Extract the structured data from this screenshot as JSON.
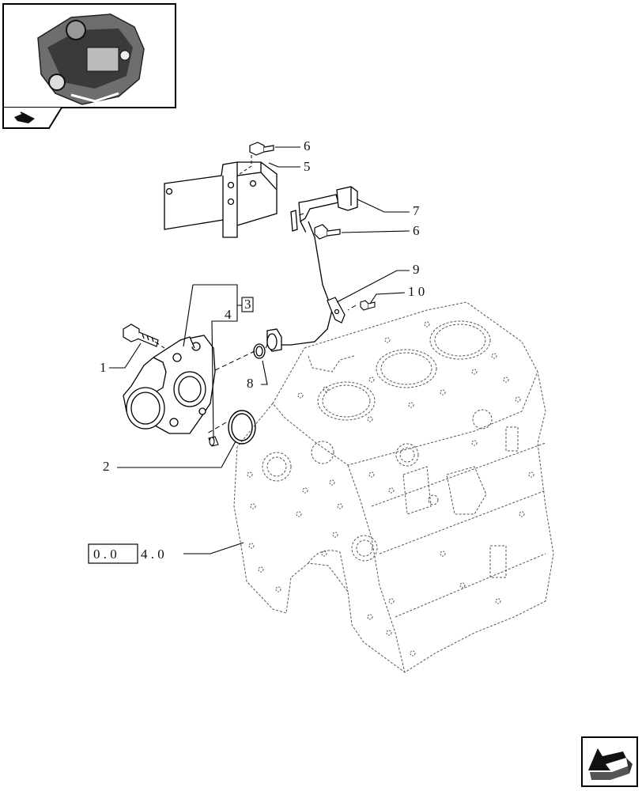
{
  "callouts": {
    "c1": "1",
    "c2": "2",
    "c3": "3",
    "c4": "4",
    "c5": "5",
    "c6a": "6",
    "c6b": "6",
    "c7": "7",
    "c8": "8",
    "c9": "9",
    "c10": "1 0"
  },
  "reference": {
    "boxed": "0 . 0",
    "rest": "4 . 0"
  },
  "icons": {
    "thumbnail": "engine-thumbnail-icon",
    "tab": "section-tab-icon",
    "nav": "navigate-arrow-icon"
  }
}
